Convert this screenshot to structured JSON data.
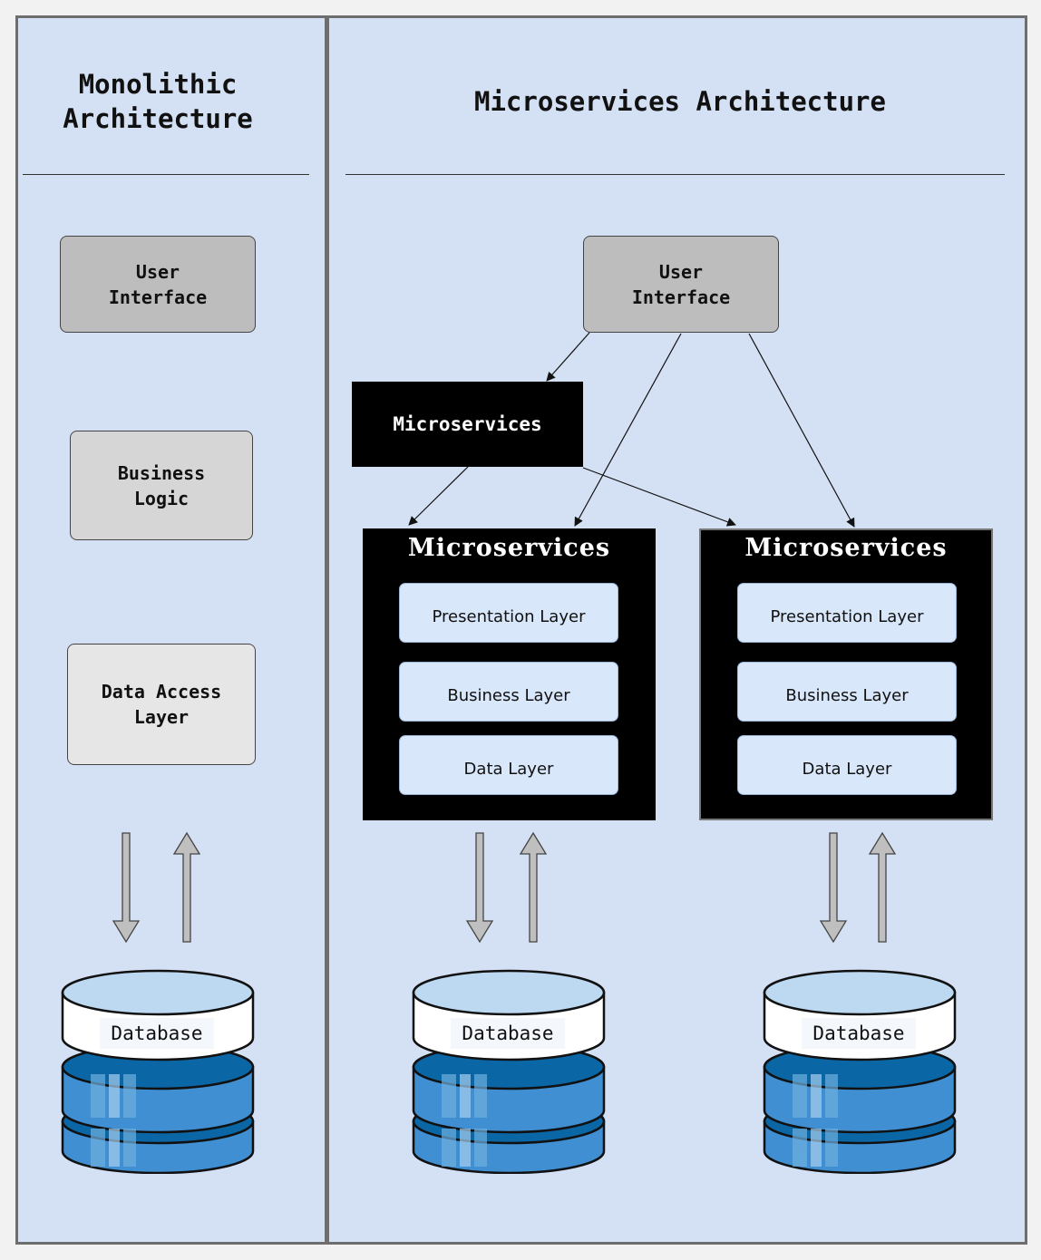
{
  "monolithic": {
    "title": "Monolithic\nArchitecture",
    "boxes": {
      "ui": "User\nInterface",
      "business": "Business\nLogic",
      "data_access": "Data Access\nLayer"
    },
    "database": "Database"
  },
  "microservices": {
    "title": "Microservices Architecture",
    "ui": "User\nInterface",
    "gateway": "Microservices",
    "services": [
      {
        "title": "Microservices",
        "layers": [
          "Presentation Layer",
          "Business Layer",
          "Data Layer"
        ],
        "database": "Database"
      },
      {
        "title": "Microservices",
        "layers": [
          "Presentation Layer",
          "Business Layer",
          "Data Layer"
        ],
        "database": "Database"
      }
    ]
  },
  "colors": {
    "panel_bg": "#d4e1f4",
    "ui_box": "#bdbdbd",
    "business_box": "#d6d6d6",
    "data_access_box": "#e6e6e6",
    "service_bg": "#000000",
    "layer_bg": "#d9e7fb",
    "db_blue": "#3f8fd2",
    "db_dark": "#0b66a6",
    "db_top": "#bcd9f1"
  }
}
